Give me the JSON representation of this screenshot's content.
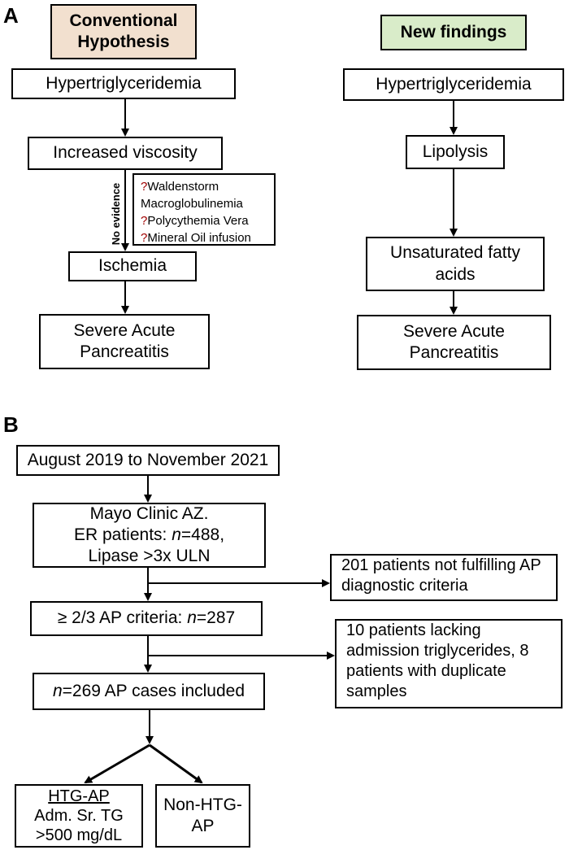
{
  "panel_a": {
    "label": "A",
    "conventional": {
      "header": "Conventional Hypothesis",
      "header_lines": [
        "Conventional",
        "Hypothesis"
      ],
      "steps": [
        "Hypertriglyceridemia",
        "Increased viscosity",
        "Ischemia",
        "Severe Acute Pancreatitis"
      ],
      "severe_lines": [
        "Severe Acute",
        "Pancreatitis"
      ],
      "side_label": "No evidence",
      "conditions": [
        {
          "mark": "?",
          "text": "Waldenstorm"
        },
        {
          "mark": "",
          "text": "Macroglobulinemia"
        },
        {
          "mark": "?",
          "text": "Polycythemia Vera"
        },
        {
          "mark": "?",
          "text": "Mineral Oil infusion"
        }
      ]
    },
    "new": {
      "header": "New findings",
      "steps": [
        "Hypertriglyceridemia",
        "Lipolysis",
        "Unsaturated fatty acids",
        "Severe Acute Pancreatitis"
      ],
      "ufa_lines": [
        "Unsaturated fatty",
        "acids"
      ],
      "severe_lines": [
        "Severe Acute",
        "Pancreatitis"
      ]
    },
    "colors": {
      "conventional_header": "#f2e0cf",
      "new_header": "#d9ecc9",
      "question": "#a00000"
    }
  },
  "panel_b": {
    "label": "B",
    "period": "August 2019 to November 2021",
    "screen_lines": [
      "Mayo Clinic AZ.",
      "ER patients: ",
      "n",
      "=488,",
      "Lipase >3x ULN"
    ],
    "excluded_1_lines": [
      "201 patients not fulfilling AP",
      "diagnostic criteria"
    ],
    "criteria_prefix": "≥ 2/3 AP criteria: ",
    "criteria_n": "n",
    "criteria_value": "=287",
    "excluded_2_lines": [
      "10 patients lacking",
      "admission triglycerides, 8",
      "patients with duplicate",
      "samples"
    ],
    "included_n": "n",
    "included_text": "=269 AP cases included",
    "htg_lines": [
      "HTG-AP",
      "Adm. Sr. TG",
      ">500 mg/dL"
    ],
    "nonhtg_lines": [
      "Non-HTG-",
      "AP"
    ]
  }
}
